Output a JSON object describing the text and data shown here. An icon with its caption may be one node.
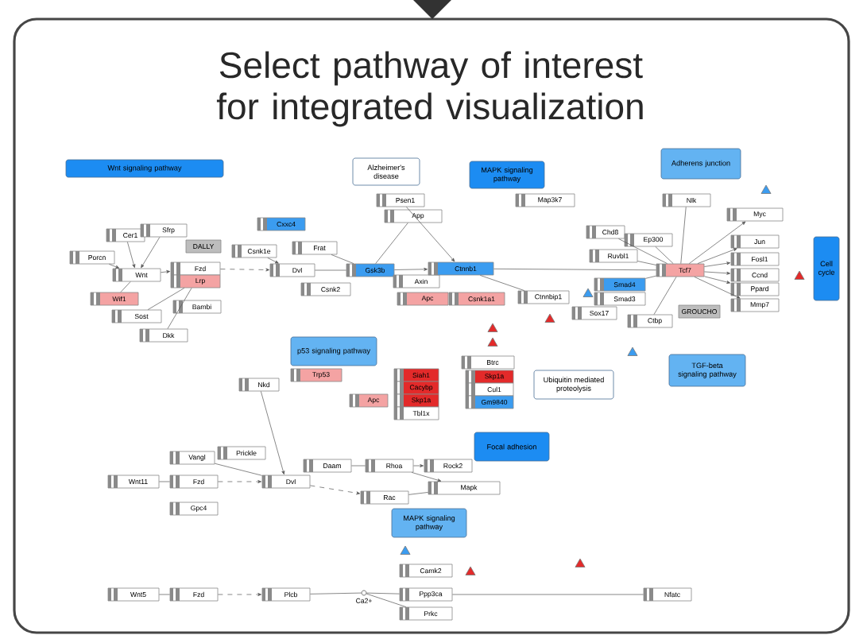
{
  "diagram": {
    "title": "Select pathway of interest for integrated visualization",
    "nodes": [
      {
        "text": [
          "Wnt signaling pathway"
        ]
      },
      {
        "text": [
          "Alzheimer's disease"
        ]
      },
      {
        "text": [
          "MAPK signaling pathway"
        ]
      },
      {
        "text": [
          "Adherens junction"
        ]
      },
      {
        "text": [
          "Cer1"
        ]
      },
      {
        "text": [
          "Sfrp"
        ]
      },
      {
        "text": [
          "DALLY"
        ]
      },
      {
        "text": [
          "Porcn"
        ]
      },
      {
        "text": [
          "Wnt"
        ]
      },
      {
        "text": [
          "Fzd"
        ]
      },
      {
        "text": [
          "Lrp"
        ]
      },
      {
        "text": [
          "Wif1"
        ]
      },
      {
        "text": [
          "Bambi"
        ]
      },
      {
        "text": [
          "Sost"
        ]
      },
      {
        "text": [
          "Dkk"
        ]
      },
      {
        "text": [
          "Cxxc4"
        ]
      },
      {
        "text": [
          "Csnk1e"
        ]
      },
      {
        "text": [
          "Dvl"
        ]
      },
      {
        "text": [
          "Frat"
        ]
      },
      {
        "text": [
          "Gsk3b"
        ]
      },
      {
        "text": [
          "Csnk2"
        ]
      },
      {
        "text": [
          "Psen1"
        ]
      },
      {
        "text": [
          "App"
        ]
      },
      {
        "text": [
          "Axin"
        ]
      },
      {
        "text": [
          "Ctnnb1"
        ]
      },
      {
        "text": [
          "Apc"
        ]
      },
      {
        "text": [
          "Csnk1a1"
        ]
      },
      {
        "text": [
          "Ctnnbip1"
        ]
      },
      {
        "text": [
          "Map3k7"
        ]
      },
      {
        "text": [
          "Nlk"
        ]
      },
      {
        "text": [
          "Chd8"
        ]
      },
      {
        "text": [
          "Ep300"
        ]
      },
      {
        "text": [
          "Ruvbl1"
        ]
      },
      {
        "text": [
          "Tcf7"
        ]
      },
      {
        "text": [
          "Smad4"
        ]
      },
      {
        "text": [
          "Smad3"
        ]
      },
      {
        "text": [
          "Sox17"
        ]
      },
      {
        "text": [
          "Ctbp"
        ]
      },
      {
        "text": [
          "GROUCHO"
        ]
      },
      {
        "text": [
          "Myc"
        ]
      },
      {
        "text": [
          "Jun"
        ]
      },
      {
        "text": [
          "Fosl1"
        ]
      },
      {
        "text": [
          "Ccnd"
        ]
      },
      {
        "text": [
          "Ppard"
        ]
      },
      {
        "text": [
          "Mmp7"
        ]
      },
      {
        "text": [
          "Cell cycle"
        ]
      },
      {
        "text": [
          "p53 signaling pathway"
        ]
      },
      {
        "text": [
          "Trp53"
        ]
      },
      {
        "text": [
          "Btrc"
        ]
      },
      {
        "text": [
          "Siah1"
        ]
      },
      {
        "text": [
          "Cacybp"
        ]
      },
      {
        "text": [
          "Skp1a"
        ]
      },
      {
        "text": [
          "Tbl1x"
        ]
      },
      {
        "text": [
          "Apc"
        ]
      },
      {
        "text": [
          "Skp1a"
        ]
      },
      {
        "text": [
          "Cul1"
        ]
      },
      {
        "text": [
          "Gm9840"
        ]
      },
      {
        "text": [
          "Ubiquitin mediated proteolysis"
        ]
      },
      {
        "text": [
          "TGF-beta signaling pathway"
        ]
      },
      {
        "text": [
          "Nkd"
        ]
      },
      {
        "text": [
          "Focal adhesion"
        ]
      },
      {
        "text": [
          "Vangl"
        ]
      },
      {
        "text": [
          "Prickle"
        ]
      },
      {
        "text": [
          "Wnt11"
        ]
      },
      {
        "text": [
          "Fzd"
        ]
      },
      {
        "text": [
          "Dvl"
        ]
      },
      {
        "text": [
          "Gpc4"
        ]
      },
      {
        "text": [
          "Daam"
        ]
      },
      {
        "text": [
          "Rhoa"
        ]
      },
      {
        "text": [
          "Rock2"
        ]
      },
      {
        "text": [
          "Rac"
        ]
      },
      {
        "text": [
          "Mapk"
        ]
      },
      {
        "text": [
          "MAPK signaling pathway"
        ]
      },
      {
        "text": [
          "Camk2"
        ]
      },
      {
        "text": [
          "Wnt5"
        ]
      },
      {
        "text": [
          "Fzd"
        ]
      },
      {
        "text": [
          "Plcb"
        ]
      },
      {
        "text": [],
        "shape": "circle",
        "beside": [
          "Ca2+"
        ]
      },
      {
        "text": [
          "Ppp3ca"
        ]
      },
      {
        "text": [
          "Prkc"
        ]
      },
      {
        "text": [
          "Nfatc"
        ]
      },
      {
        "text": [],
        "shape": "triangle"
      },
      {
        "text": [],
        "shape": "triangle"
      },
      {
        "text": [],
        "shape": "triangle"
      },
      {
        "text": [],
        "shape": "triangle"
      },
      {
        "text": [],
        "shape": "triangle"
      },
      {
        "text": [],
        "shape": "triangle"
      },
      {
        "text": [],
        "shape": "triangle"
      },
      {
        "text": [],
        "shape": "triangle"
      },
      {
        "text": [],
        "shape": "triangle"
      },
      {
        "text": [],
        "shape": "triangle"
      }
    ],
    "edges": [
      {
        "from": 4,
        "to": 8,
        "arrow": "to"
      },
      {
        "from": 5,
        "to": 8,
        "arrow": "to"
      },
      {
        "from": 7,
        "to": 8,
        "arrow": "to"
      },
      {
        "from": 8,
        "to": 9,
        "arrow": "to"
      },
      {
        "from": 11,
        "to": 8,
        "arrow": "none"
      },
      {
        "from": 13,
        "to": 10,
        "arrow": "none"
      },
      {
        "from": 14,
        "to": 10,
        "arrow": "none"
      },
      {
        "from": 9,
        "to": 17,
        "arrow": "to",
        "style": "dashed"
      },
      {
        "from": 16,
        "to": 17,
        "arrow": "to"
      },
      {
        "from": 17,
        "to": 19,
        "arrow": "none"
      },
      {
        "from": 18,
        "to": 19,
        "arrow": "none"
      },
      {
        "from": 19,
        "to": 24,
        "arrow": "to"
      },
      {
        "from": 21,
        "to": 24,
        "arrow": "to"
      },
      {
        "from": 22,
        "to": 19,
        "arrow": "none"
      },
      {
        "from": 24,
        "to": 33,
        "arrow": "none"
      },
      {
        "from": 24,
        "to": 27,
        "arrow": "none"
      },
      {
        "from": 29,
        "to": 33,
        "arrow": "none"
      },
      {
        "from": 30,
        "to": 33,
        "arrow": "none"
      },
      {
        "from": 31,
        "to": 33,
        "arrow": "none"
      },
      {
        "from": 32,
        "to": 33,
        "arrow": "none"
      },
      {
        "from": 34,
        "to": 33,
        "arrow": "none"
      },
      {
        "from": 37,
        "to": 33,
        "arrow": "none"
      },
      {
        "from": 33,
        "to": 39,
        "arrow": "to"
      },
      {
        "from": 33,
        "to": 40,
        "arrow": "to"
      },
      {
        "from": 33,
        "to": 41,
        "arrow": "to"
      },
      {
        "from": 33,
        "to": 42,
        "arrow": "to"
      },
      {
        "from": 33,
        "to": 43,
        "arrow": "to"
      },
      {
        "from": 33,
        "to": 44,
        "arrow": "to"
      },
      {
        "from": 59,
        "to": 65,
        "arrow": "to"
      },
      {
        "from": 63,
        "to": 64,
        "arrow": "none"
      },
      {
        "from": 64,
        "to": 65,
        "arrow": "to",
        "style": "dashed"
      },
      {
        "from": 61,
        "to": 65,
        "arrow": "none"
      },
      {
        "from": 65,
        "to": 70,
        "arrow": "to",
        "style": "dashed"
      },
      {
        "from": 67,
        "to": 68,
        "arrow": "none"
      },
      {
        "from": 68,
        "to": 69,
        "arrow": "to"
      },
      {
        "from": 68,
        "to": 71,
        "arrow": "to"
      },
      {
        "from": 70,
        "to": 71,
        "arrow": "none"
      },
      {
        "from": 74,
        "to": 75,
        "arrow": "none"
      },
      {
        "from": 75,
        "to": 76,
        "arrow": "to",
        "style": "dashed"
      },
      {
        "from": 76,
        "to": 77,
        "arrow": "none"
      },
      {
        "from": 77,
        "to": 78,
        "arrow": "none"
      },
      {
        "from": 77,
        "to": 79,
        "arrow": "none"
      },
      {
        "from": 78,
        "to": 80,
        "arrow": "none"
      }
    ]
  }
}
